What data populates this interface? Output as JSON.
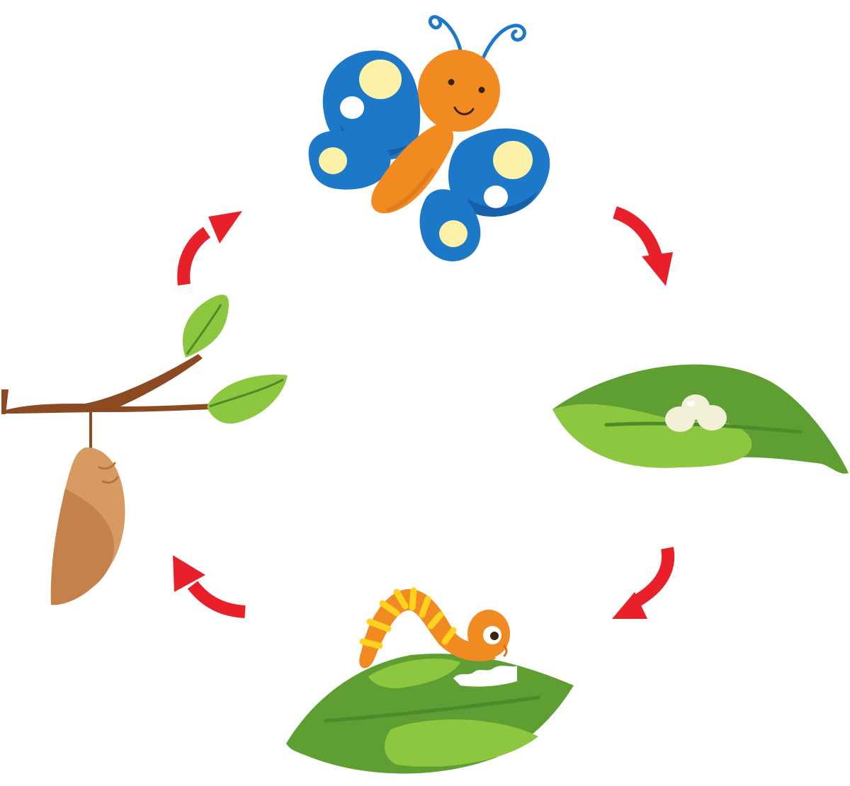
{
  "diagram": {
    "type": "cycle",
    "text_labels": [],
    "stages": [
      {
        "id": "butterfly",
        "icon": "butterfly-icon"
      },
      {
        "id": "eggs",
        "icon": "eggs-on-leaf-icon"
      },
      {
        "id": "caterpillar",
        "icon": "caterpillar-on-leaf-icon"
      },
      {
        "id": "chrysalis",
        "icon": "chrysalis-on-branch-icon"
      }
    ],
    "transitions": [
      {
        "from": "butterfly",
        "to": "eggs"
      },
      {
        "from": "eggs",
        "to": "caterpillar"
      },
      {
        "from": "caterpillar",
        "to": "chrysalis"
      },
      {
        "from": "chrysalis",
        "to": "butterfly"
      }
    ],
    "direction": "clockwise"
  },
  "colors": {
    "arrow": "#e8202a",
    "leaf_light": "#8dc63f",
    "leaf_dark": "#5e9e33",
    "wing": "#1e78c8",
    "wing_dark": "#1560a8",
    "wing_spot": "#fbf1a9",
    "body": "#f28a22",
    "caterpillar_stripe": "#ffd21f",
    "chrysalis": "#d79a60",
    "chrysalis_shade": "#c4824a",
    "branch": "#8b4a22",
    "egg": "#f3f0d8"
  }
}
